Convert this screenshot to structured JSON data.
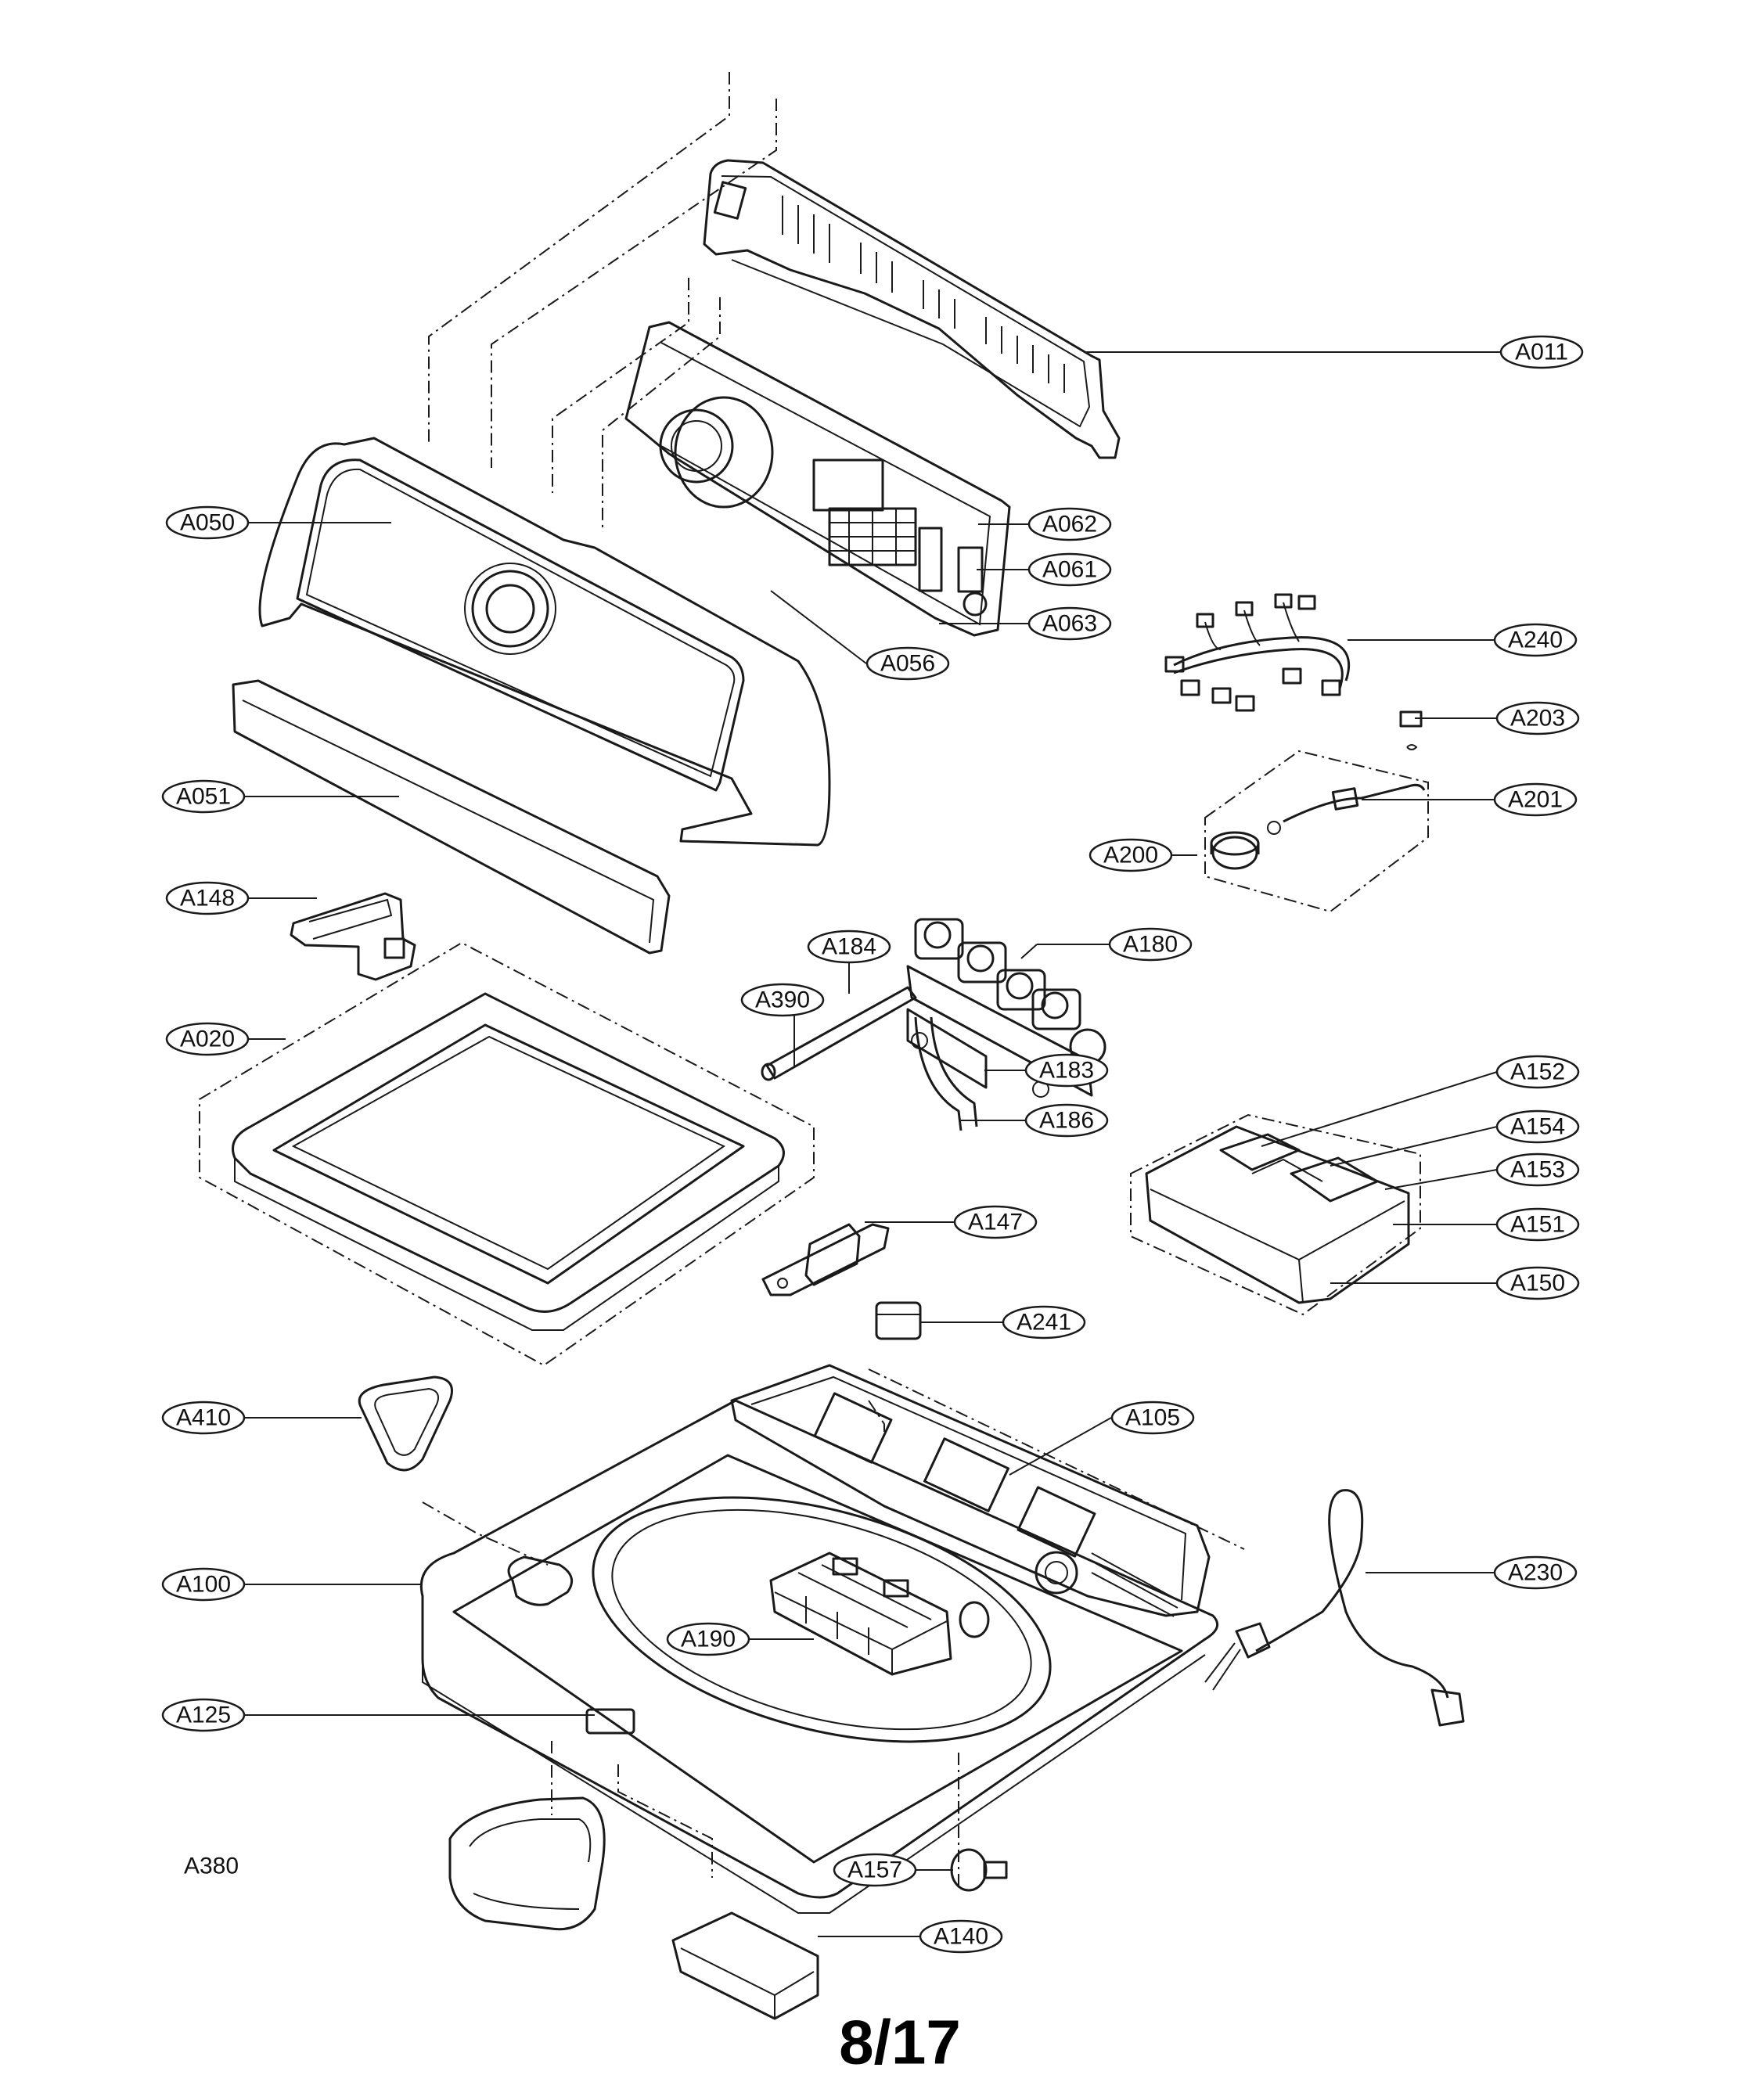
{
  "page_number": "8/17",
  "callouts": [
    {
      "id": "A011",
      "label": "A011"
    },
    {
      "id": "A050",
      "label": "A050"
    },
    {
      "id": "A062",
      "label": "A062"
    },
    {
      "id": "A061",
      "label": "A061"
    },
    {
      "id": "A063",
      "label": "A063"
    },
    {
      "id": "A056",
      "label": "A056"
    },
    {
      "id": "A240",
      "label": "A240"
    },
    {
      "id": "A203",
      "label": "A203"
    },
    {
      "id": "A051",
      "label": "A051"
    },
    {
      "id": "A201",
      "label": "A201"
    },
    {
      "id": "A200",
      "label": "A200"
    },
    {
      "id": "A148",
      "label": "A148"
    },
    {
      "id": "A184",
      "label": "A184"
    },
    {
      "id": "A180",
      "label": "A180"
    },
    {
      "id": "A390",
      "label": "A390"
    },
    {
      "id": "A020",
      "label": "A020"
    },
    {
      "id": "A183",
      "label": "A183"
    },
    {
      "id": "A152",
      "label": "A152"
    },
    {
      "id": "A186",
      "label": "A186"
    },
    {
      "id": "A154",
      "label": "A154"
    },
    {
      "id": "A153",
      "label": "A153"
    },
    {
      "id": "A147",
      "label": "A147"
    },
    {
      "id": "A151",
      "label": "A151"
    },
    {
      "id": "A150",
      "label": "A150"
    },
    {
      "id": "A241",
      "label": "A241"
    },
    {
      "id": "A410",
      "label": "A410"
    },
    {
      "id": "A105",
      "label": "A105"
    },
    {
      "id": "A230",
      "label": "A230"
    },
    {
      "id": "A100",
      "label": "A100"
    },
    {
      "id": "A190",
      "label": "A190"
    },
    {
      "id": "A125",
      "label": "A125"
    },
    {
      "id": "A157",
      "label": "A157"
    },
    {
      "id": "A140",
      "label": "A140"
    }
  ],
  "plain_labels": [
    {
      "id": "A380",
      "label": "A380"
    }
  ]
}
